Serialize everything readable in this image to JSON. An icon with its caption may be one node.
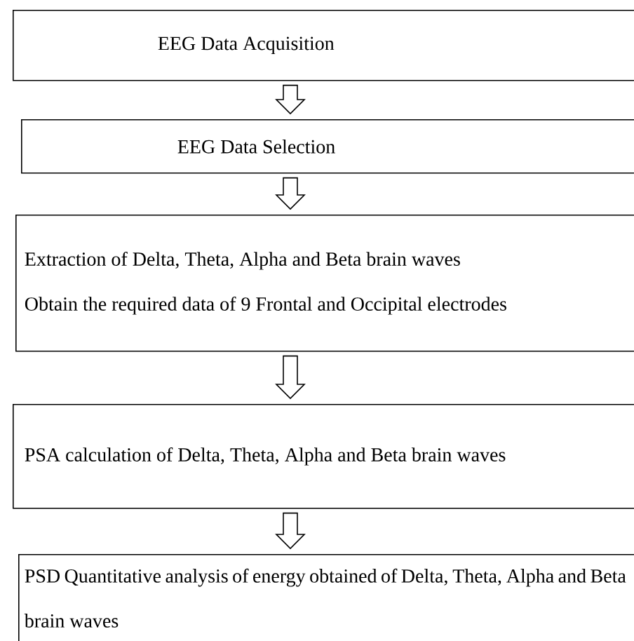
{
  "diagram": {
    "nodes": [
      {
        "text": [
          "EEG Data Acquisition"
        ]
      },
      {
        "text": [
          "EEG Data Selection"
        ]
      },
      {
        "text": [
          "Extraction of Delta, Theta, Alpha and Beta brain waves",
          "Obtain the required data of 9 Frontal and Occipital electrodes"
        ]
      },
      {
        "text": [
          "PSA calculation of Delta, Theta, Alpha and Beta brain waves"
        ]
      },
      {
        "text": [
          "PSD Quantitative analysis of energy obtained of Delta, Theta, Alpha and Beta brain waves"
        ]
      }
    ],
    "edges": [
      {
        "from": 0,
        "to": 1,
        "arrow": "to"
      },
      {
        "from": 1,
        "to": 2,
        "arrow": "to"
      },
      {
        "from": 2,
        "to": 3,
        "arrow": "to"
      },
      {
        "from": 3,
        "to": 4,
        "arrow": "to"
      }
    ]
  }
}
